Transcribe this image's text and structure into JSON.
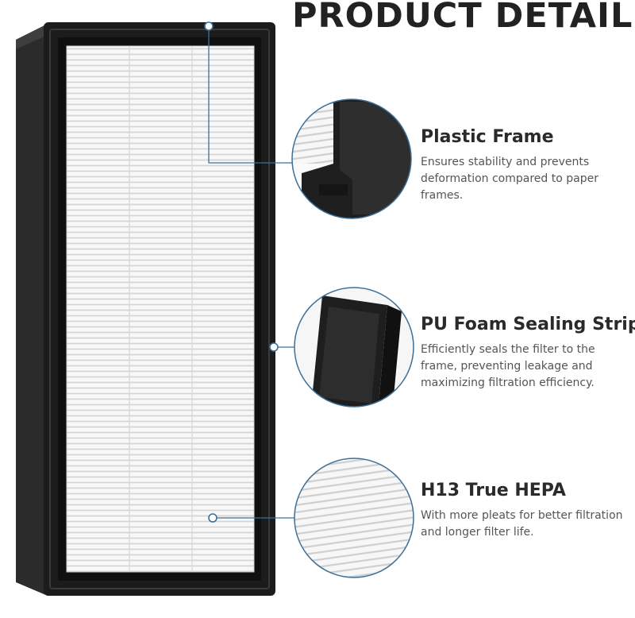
{
  "heading": "PRODUCT DETAILS",
  "features": [
    {
      "title": "Plastic Frame",
      "description": "Ensures stability and prevents deformation compared to paper frames."
    },
    {
      "title": "PU Foam Sealing Strip",
      "description": "Efficiently seals the filter to the frame, preventing leakage and maximizing filtration efficiency."
    },
    {
      "title": "H13 True HEPA",
      "description": "With more pleats for better filtration and longer filter life."
    }
  ],
  "colors": {
    "frame": "#1c1c1c",
    "pleat": "#f6f6f6",
    "accent": "#3d6f97",
    "heading": "#222222",
    "text": "#555555"
  }
}
